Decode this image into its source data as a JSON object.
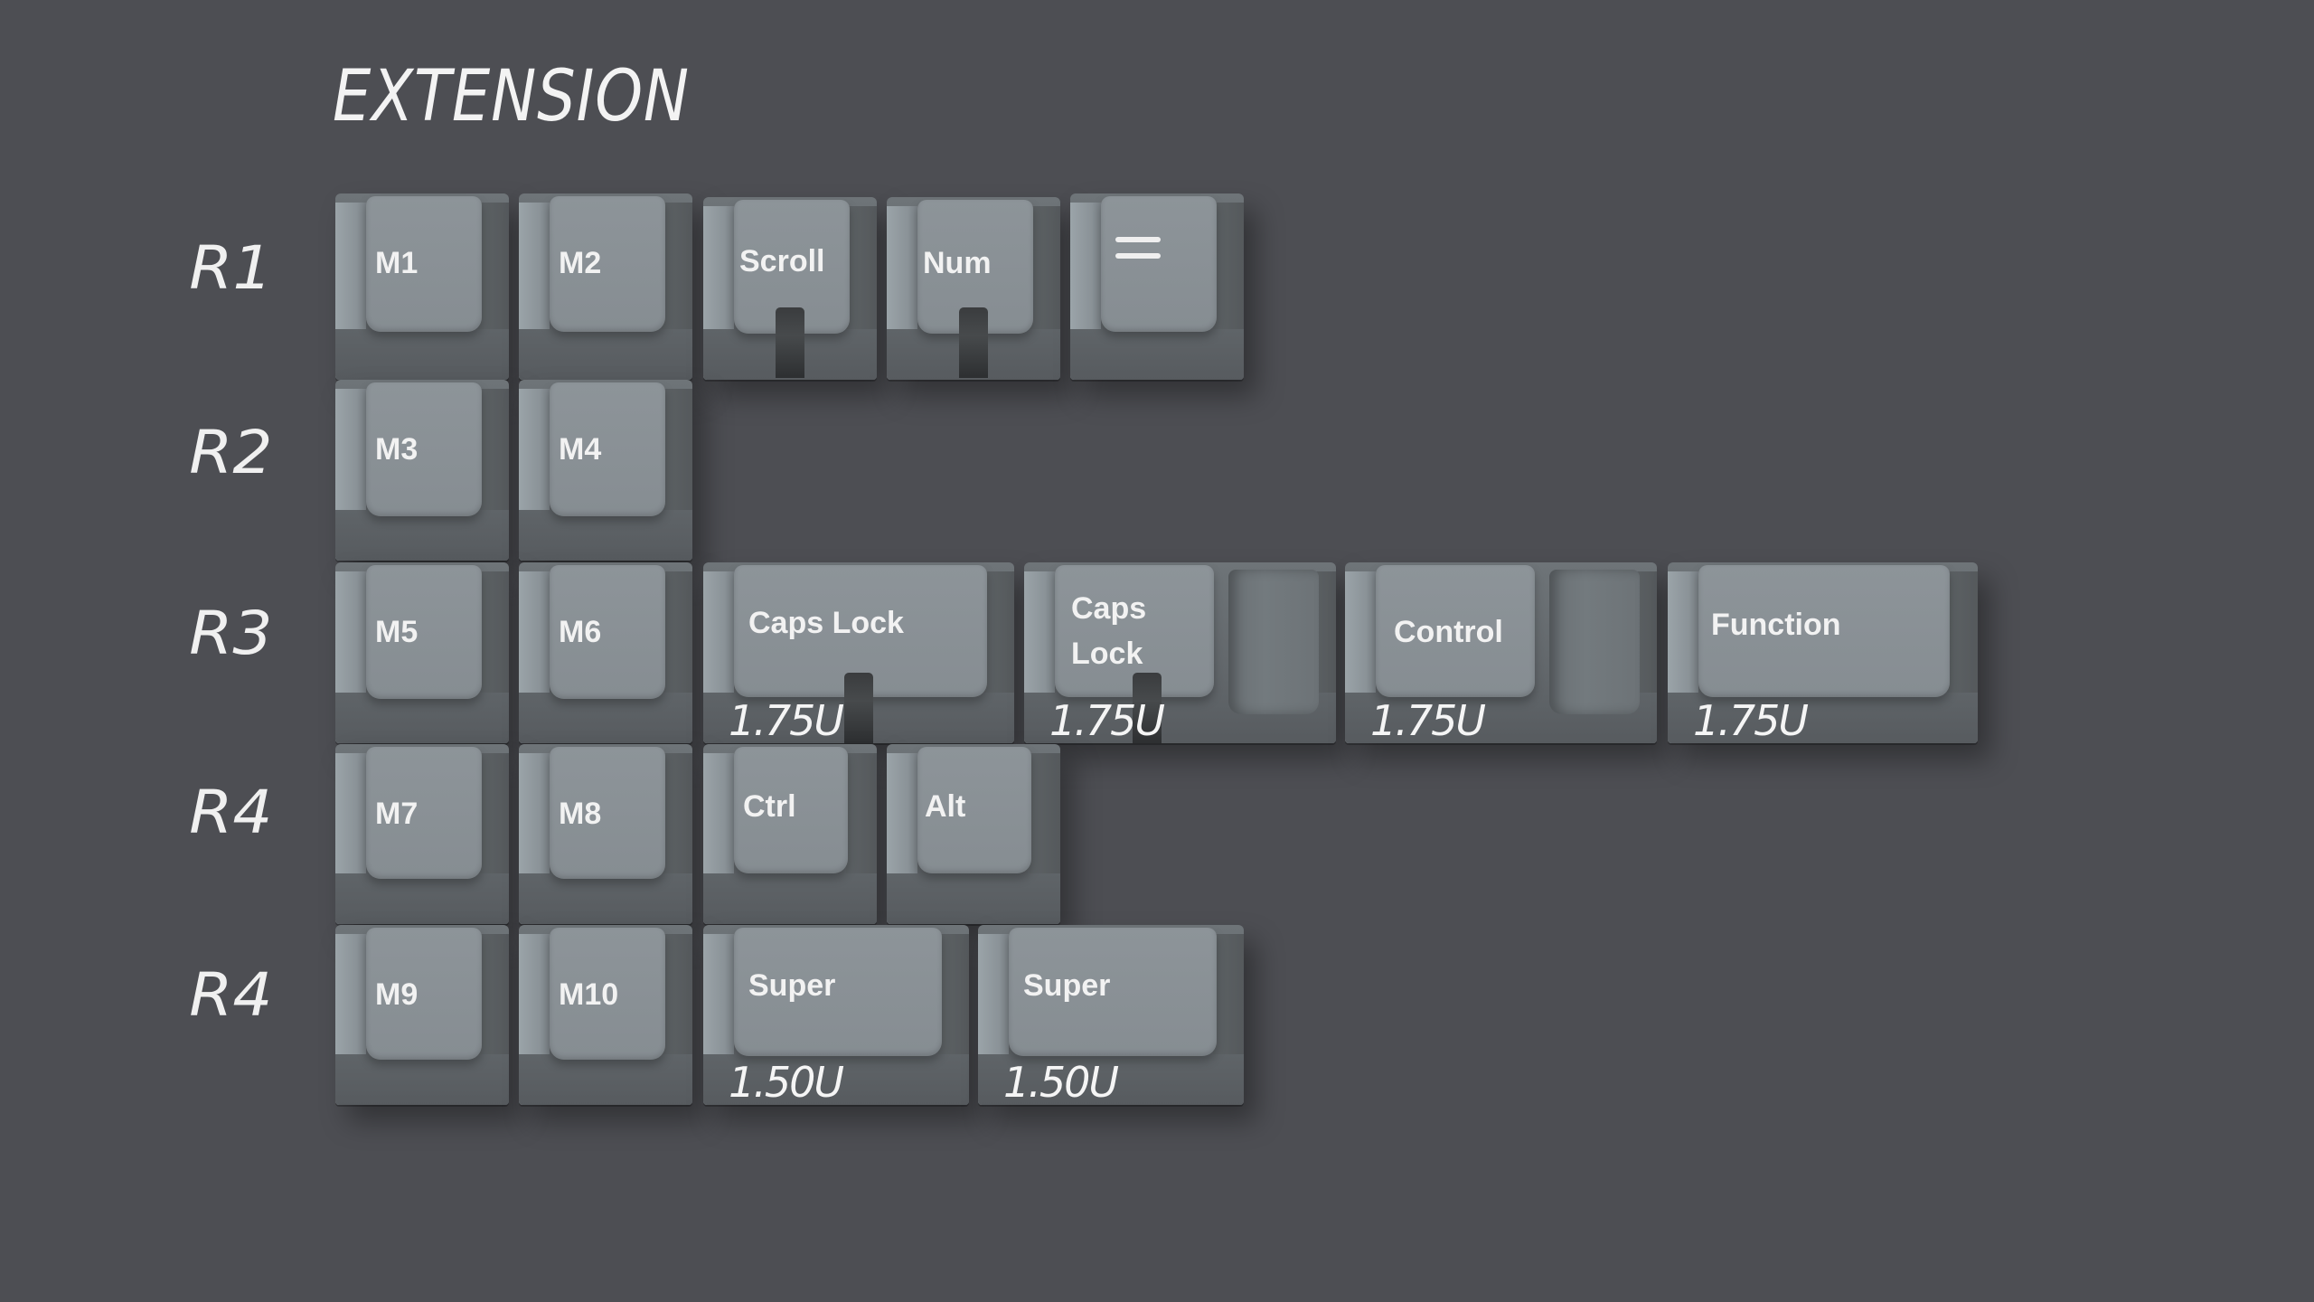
{
  "title": "EXTENSION",
  "colors": {
    "background": "#4d4e53",
    "keycap_face": "#8a9196",
    "keycap_side": "#62676b",
    "legend": "#f2f2f2"
  },
  "row_labels": [
    "R1",
    "R2",
    "R3",
    "R4",
    "R4"
  ],
  "rows": [
    {
      "label": "R1",
      "keys": [
        {
          "legend": "M1",
          "size": ""
        },
        {
          "legend": "M2",
          "size": ""
        },
        {
          "legend": "Scroll",
          "size": "",
          "indicator": true
        },
        {
          "legend": "Num",
          "size": "",
          "indicator": true
        },
        {
          "legend": "=",
          "icon": "equals-icon",
          "size": ""
        }
      ]
    },
    {
      "label": "R2",
      "keys": [
        {
          "legend": "M3",
          "size": ""
        },
        {
          "legend": "M4",
          "size": ""
        }
      ]
    },
    {
      "label": "R3",
      "keys": [
        {
          "legend": "M5",
          "size": ""
        },
        {
          "legend": "M6",
          "size": ""
        },
        {
          "legend": "Caps Lock",
          "size": "1.75U",
          "indicator": true
        },
        {
          "legend_line1": "Caps",
          "legend_line2": "Lock",
          "size": "1.75U",
          "indicator": true,
          "stepped": true
        },
        {
          "legend": "Control",
          "size": "1.75U",
          "stepped": true
        },
        {
          "legend": "Function",
          "size": "1.75U"
        }
      ]
    },
    {
      "label": "R4",
      "keys": [
        {
          "legend": "M7",
          "size": ""
        },
        {
          "legend": "M8",
          "size": ""
        },
        {
          "legend": "Ctrl",
          "size": ""
        },
        {
          "legend": "Alt",
          "size": ""
        }
      ]
    },
    {
      "label": "R4",
      "keys": [
        {
          "legend": "M9",
          "size": ""
        },
        {
          "legend": "M10",
          "size": ""
        },
        {
          "legend": "Super",
          "size": "1.50U"
        },
        {
          "legend": "Super",
          "size": "1.50U"
        }
      ]
    }
  ]
}
